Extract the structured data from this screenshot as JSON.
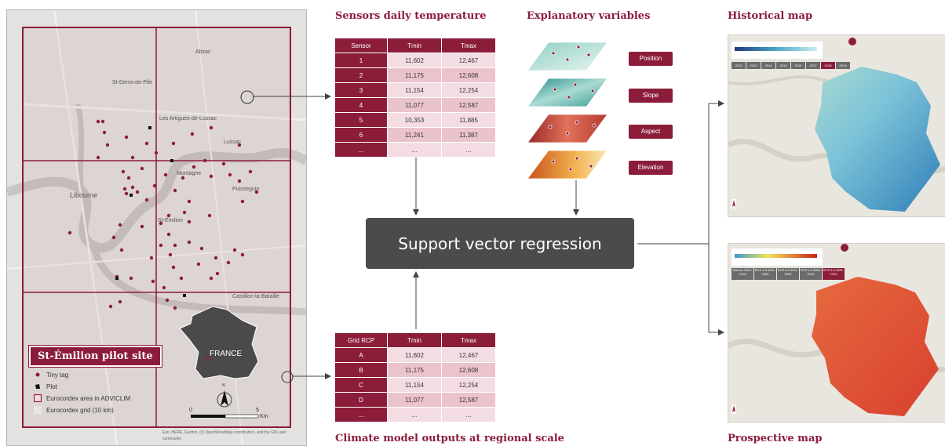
{
  "left_map": {
    "towns": [
      "Abzac",
      "St-Denis-de-Pile",
      "Les Artigues-de-Lussac",
      "Lussac",
      "Montagne",
      "Puisseguin",
      "Libourne",
      "St-Émilion",
      "Castillon-la-Bataille"
    ],
    "country_label": "FRANCE",
    "legend": {
      "title": "St-Émilion pilot site",
      "items": [
        "Tiny tag",
        "Plot",
        "Eurocordex area in ADVICLIM",
        "Eurocordex grid (10 km)"
      ]
    },
    "scale": {
      "zero": "0",
      "five": "5",
      "unit": "Km"
    },
    "north": "N",
    "attribution": "Esri, HERE, Garmin, (c) OpenStreetMap contributors, and the GIS user community"
  },
  "sensors_table": {
    "title": "Sensors daily temperature",
    "headers": [
      "Sensor",
      "Tmin",
      "Tmax"
    ],
    "rows": [
      [
        "1",
        "11,602",
        "12,467"
      ],
      [
        "2",
        "11,175",
        "12,608"
      ],
      [
        "3",
        "11,154",
        "12,254"
      ],
      [
        "4",
        "11,077",
        "12,587"
      ],
      [
        "5",
        "10,353",
        "11,885"
      ],
      [
        "6",
        "11,241",
        "11,387"
      ],
      [
        "...",
        "...",
        "..."
      ]
    ]
  },
  "explanatory": {
    "title": "Explanatory variables",
    "variables": [
      "Position",
      "Slope",
      "Aspect",
      "Elevation"
    ]
  },
  "model_box": "Support vector regression",
  "grid_table": {
    "title": "Climate model outputs at regional scale",
    "headers": [
      "Grid RCP",
      "Tmin",
      "Tmax"
    ],
    "rows": [
      [
        "A",
        "11,602",
        "12,467"
      ],
      [
        "B",
        "11,175",
        "12,608"
      ],
      [
        "C",
        "11,154",
        "12,254"
      ],
      [
        "D",
        "11,077",
        "12,587"
      ],
      [
        "...",
        "...",
        "..."
      ]
    ]
  },
  "historical_map": {
    "title": "Historical map",
    "years": [
      "2012",
      "2013",
      "2014",
      "2015",
      "2016",
      "2017",
      "2018",
      "2019"
    ],
    "selected_year": "2018",
    "colors": {
      "low": "#2f7fb8",
      "mid": "#7cc3d8",
      "high": "#a8d9d0"
    }
  },
  "prospective_map": {
    "title": "Prospective map",
    "scenarios": [
      "Historic 2012-2018",
      "RCP 4.5 2031-2050",
      "RCP 8.5 2031-2050",
      "RCP 4.5 2081-2100",
      "RCP 8.5 2081-2100"
    ],
    "colors": {
      "main": "#e2503a",
      "edge": "#c83a2c"
    }
  },
  "colors": {
    "brand": "#8c1d3a",
    "model_box": "#4b4b4b"
  }
}
